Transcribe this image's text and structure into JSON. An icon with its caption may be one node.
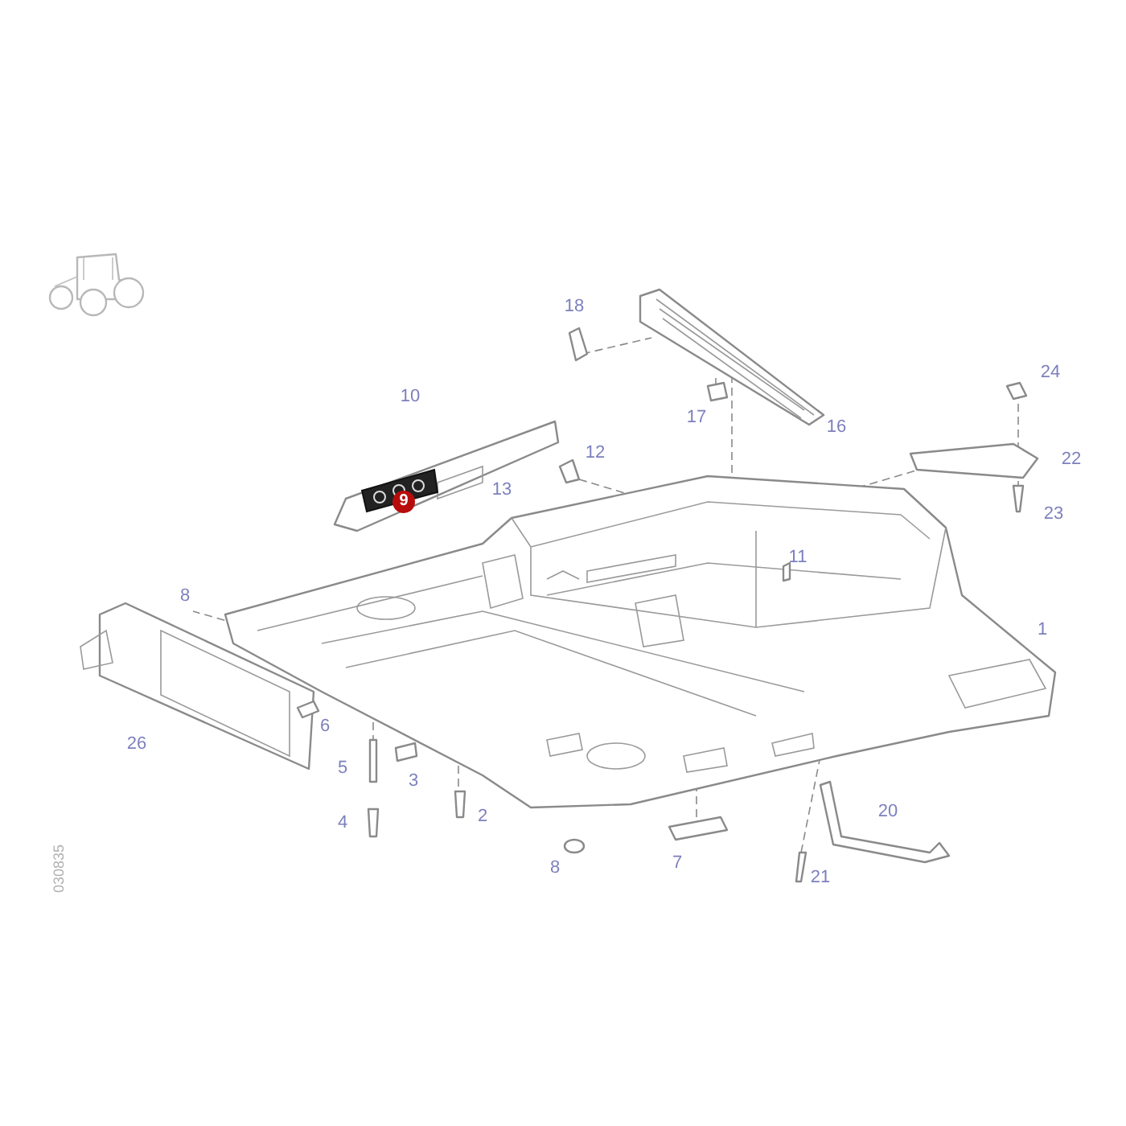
{
  "diagram": {
    "labels": [
      "18",
      "24",
      "10",
      "17",
      "16",
      "12",
      "22",
      "13",
      "9",
      "23",
      "11",
      "8",
      "1",
      "6",
      "26",
      "5",
      "3",
      "20",
      "2",
      "4",
      "7",
      "8",
      "030835",
      "21"
    ]
  }
}
